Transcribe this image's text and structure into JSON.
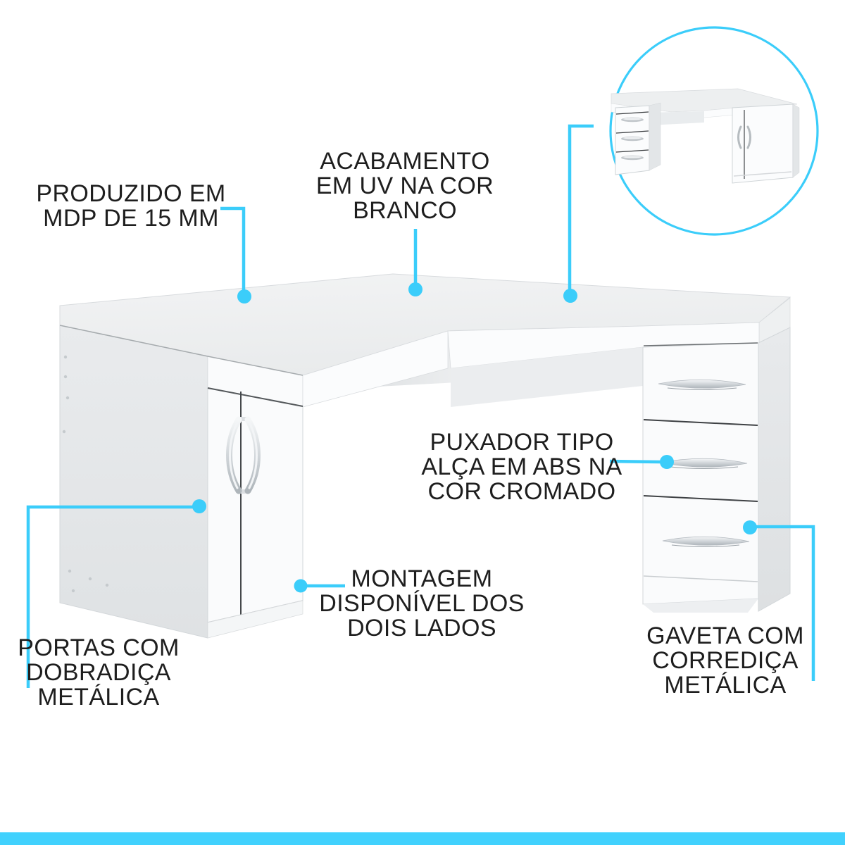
{
  "colors": {
    "accent": "#3BCDFA",
    "bottom_bar": "#41D1FD",
    "text": "#1E1E1E",
    "furniture_white": "#FAFBFC",
    "furniture_gray": "#E4E7E9"
  },
  "labels": {
    "produzido": {
      "lines": [
        "PRODUZIDO EM",
        "MDP DE 15 MM"
      ]
    },
    "acabamento": {
      "lines": [
        "ACABAMENTO",
        "EM UV NA COR",
        "BRANCO"
      ]
    },
    "puxador": {
      "lines": [
        "PUXADOR TIPO",
        "ALÇA EM ABS NA",
        "COR CROMADO"
      ]
    },
    "montagem": {
      "lines": [
        "MONTAGEM",
        "DISPONÍVEL DOS",
        "DOIS LADOS"
      ]
    },
    "portas": {
      "lines": [
        "PORTAS COM",
        "DOBRADIÇA",
        "METÁLICA"
      ]
    },
    "gaveta": {
      "lines": [
        "GAVETA COM",
        "CORREDIÇA",
        "METÁLICA"
      ]
    }
  }
}
